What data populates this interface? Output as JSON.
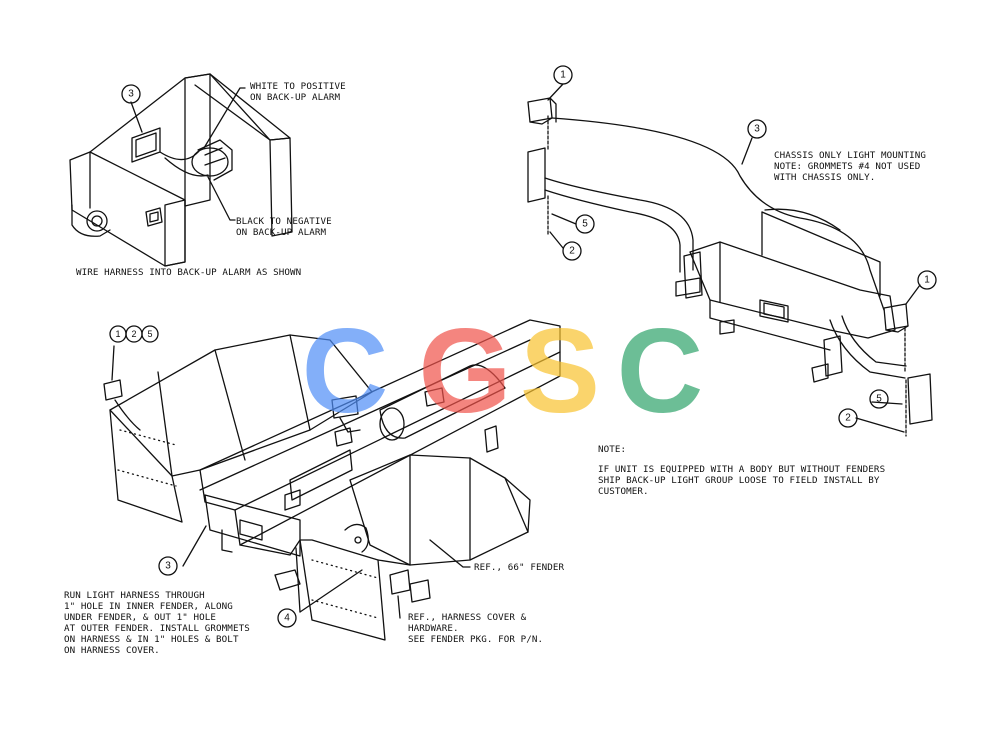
{
  "notes": {
    "white_positive": [
      "WHITE TO POSITIVE",
      "ON BACK-UP ALARM"
    ],
    "black_negative": [
      "BLACK TO NEGATIVE",
      "ON BACK-UP ALARM"
    ],
    "wire_harness": "WIRE HARNESS INTO BACK-UP ALARM AS SHOWN",
    "chassis_only": [
      "CHASSIS ONLY LIGHT MOUNTING",
      "NOTE: GROMMETS #4 NOT USED",
      "WITH CHASSIS ONLY."
    ],
    "note_label": "NOTE:",
    "note_body": [
      "IF UNIT IS EQUIPPED WITH A BODY BUT WITHOUT FENDERS",
      "SHIP BACK-UP LIGHT GROUP LOOSE TO FIELD INSTALL BY",
      "CUSTOMER."
    ],
    "fender_ref": "REF., 66\" FENDER",
    "harness_cover": [
      "REF., HARNESS COVER &",
      "HARDWARE.",
      "SEE FENDER PKG. FOR P/N."
    ],
    "run_harness": [
      "RUN LIGHT HARNESS THROUGH",
      "1\" HOLE IN INNER FENDER, ALONG",
      "UNDER FENDER, & OUT 1\" HOLE",
      "AT OUTER FENDER. INSTALL GROMMETS",
      "ON HARNESS & IN 1\" HOLES & BOLT",
      "ON HARNESS COVER."
    ]
  },
  "callouts": {
    "c3_alarm": "3",
    "c1_top": "1",
    "c3_chassis": "3",
    "c5_left": "5",
    "c2_left": "2",
    "c1_right": "1",
    "c5_right": "5",
    "c2_right": "2",
    "c1_fender": "1",
    "c2_fender": "2",
    "c5_fender": "5",
    "c3_fender": "3",
    "c4_fender": "4"
  },
  "watermark": {
    "letters": [
      "C",
      "G",
      "S",
      "C"
    ],
    "colors": [
      "#4f8ef7",
      "#f0524a",
      "#f9c22e",
      "#2ea36b"
    ]
  }
}
